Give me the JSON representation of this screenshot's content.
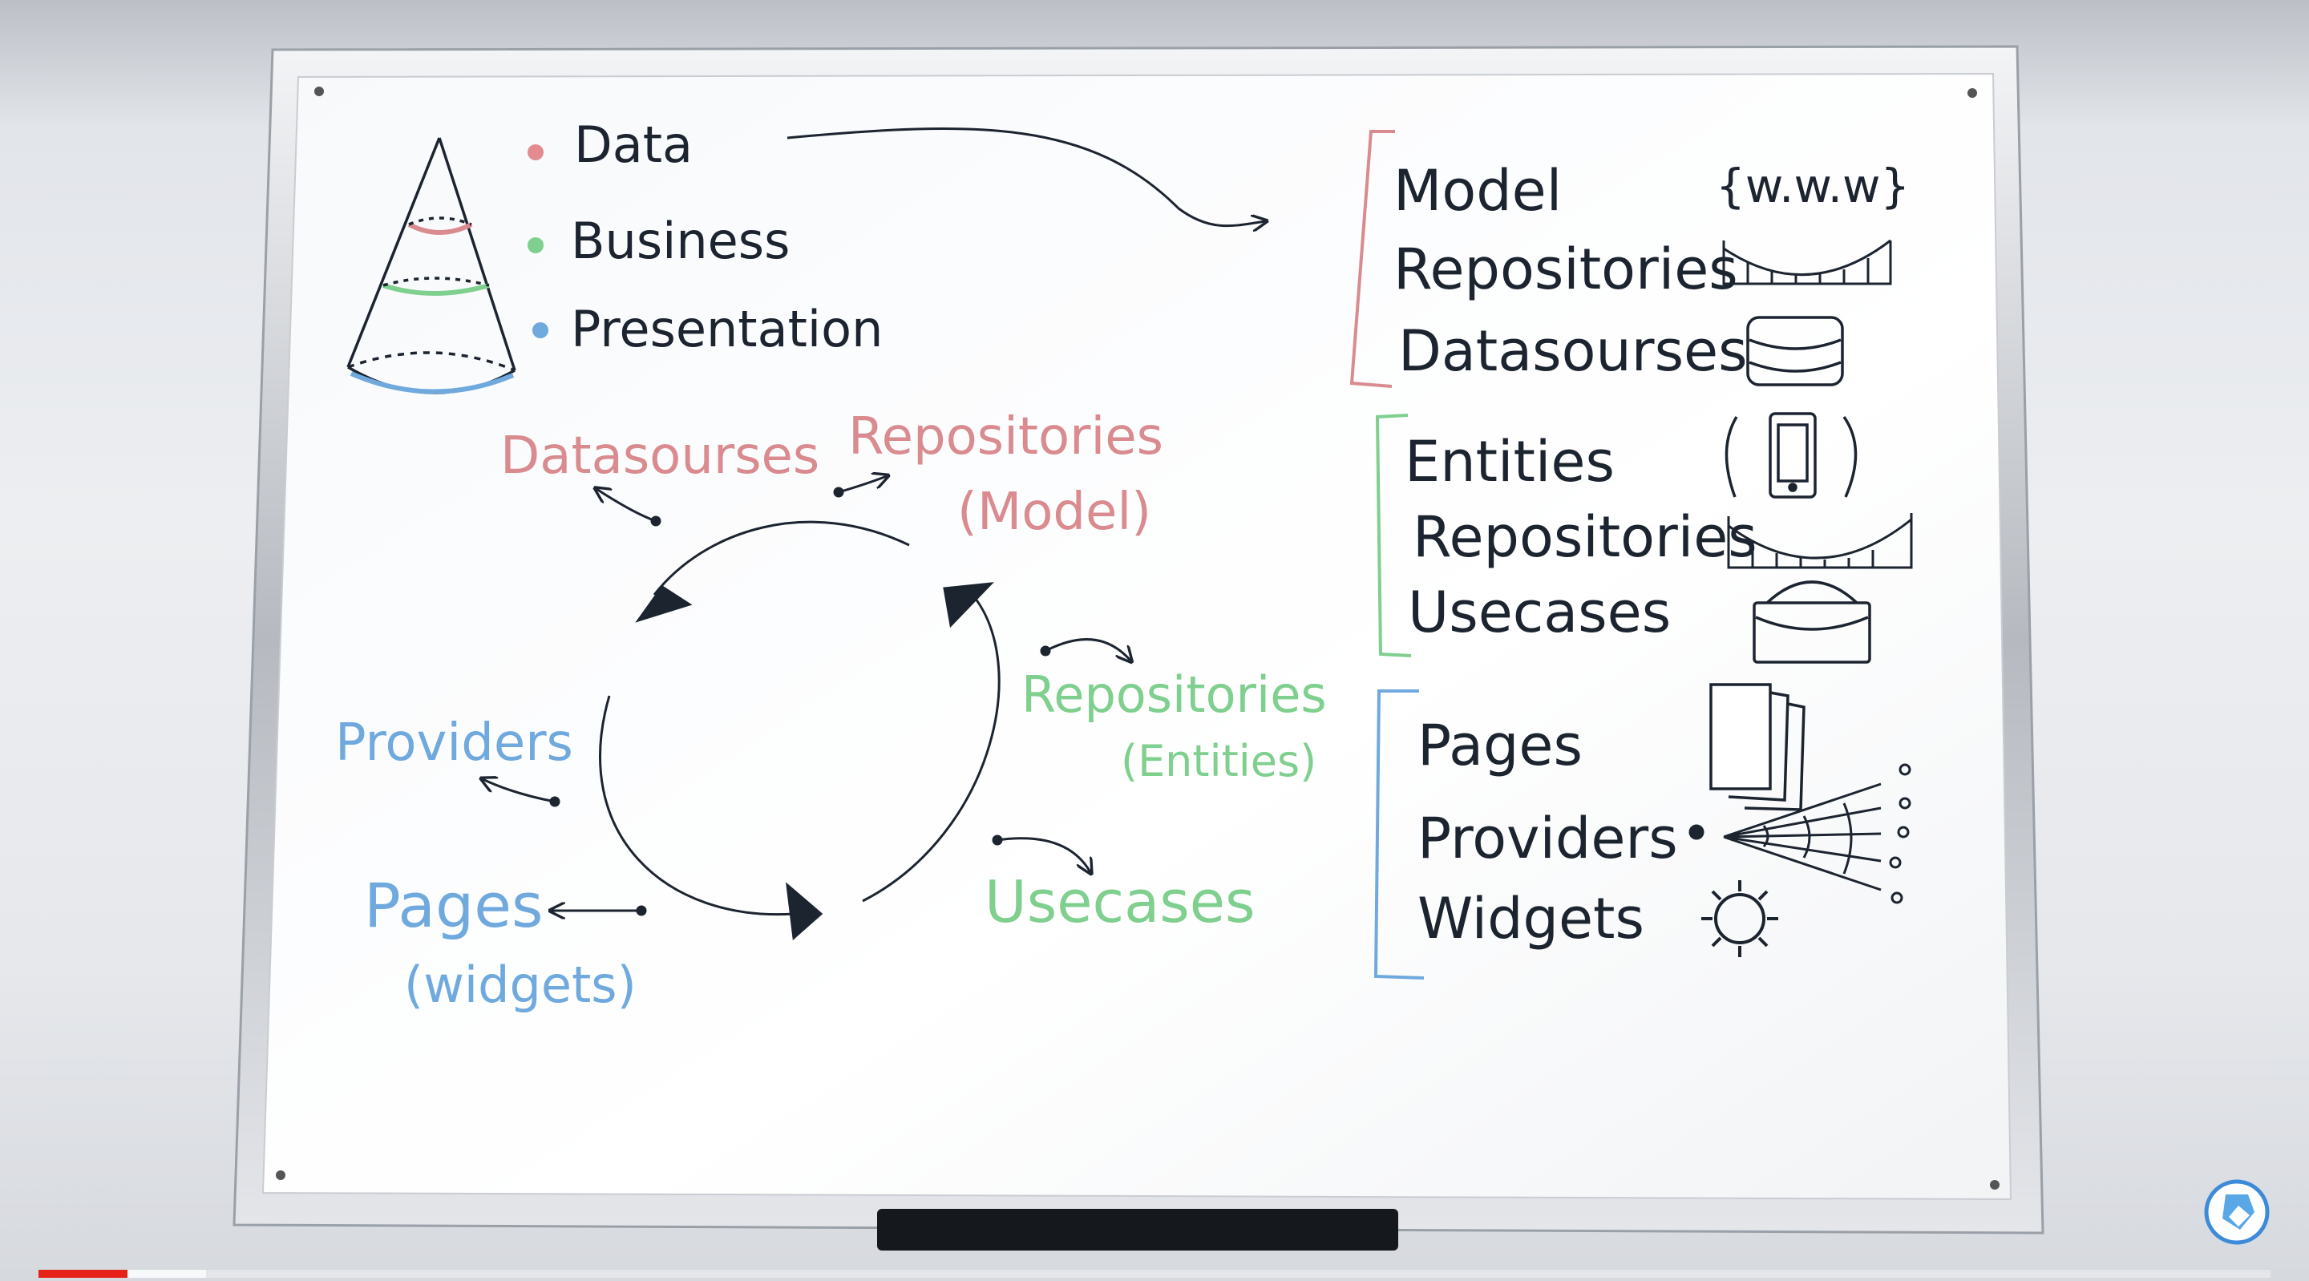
{
  "legend": {
    "data": "Data",
    "business": "Business",
    "presentation": "Presentation"
  },
  "cycle": {
    "datasources": "Datasourses",
    "repositories_model": "Repositories",
    "model_paren": "(Model)",
    "repositories_entities": "Repositories",
    "entities_paren": "(Entities)",
    "usecases": "Usecases",
    "providers": "Providers",
    "pages": "Pages",
    "widgets_paren": "(widgets)"
  },
  "layers": {
    "data": [
      "Model",
      "Repositories",
      "Datasourses"
    ],
    "domain": [
      "Entities",
      "Repositories",
      "Usecases"
    ],
    "presentation": [
      "Pages",
      "Providers",
      "Widgets"
    ],
    "www_icon": "{w.w.w}"
  },
  "colors": {
    "data": "#d98b8f",
    "business": "#7fcf8e",
    "presentation": "#6fa9de",
    "ink": "#1c2430"
  },
  "icons": [
    "cone-icon",
    "www-icon",
    "bridge-icon",
    "database-icon",
    "phone-icon",
    "briefcase-icon",
    "pages-icon",
    "web-icon",
    "gear-icon"
  ],
  "video": {
    "progress_played": 0.04,
    "progress_buffered": 0.075
  }
}
